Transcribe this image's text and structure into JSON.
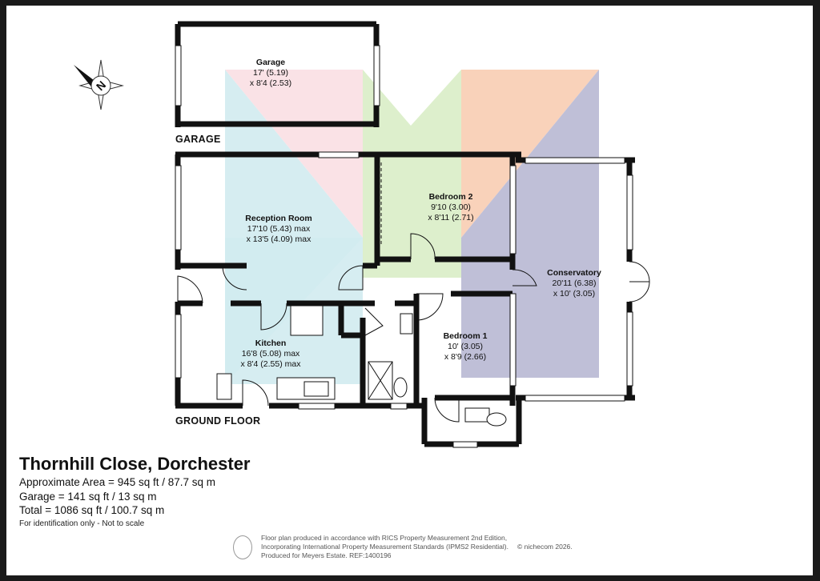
{
  "property": {
    "title": "Thornhill Close, Dorchester",
    "approx_area": "Approximate Area = 945 sq ft / 87.7 sq m",
    "garage_area": "Garage = 141 sq ft / 13 sq m",
    "total_area": "Total = 1086 sq ft / 100.7 sq m",
    "disclaimer": "For identification only - Not to scale"
  },
  "sections": {
    "garage": "GARAGE",
    "ground_floor": "GROUND FLOOR"
  },
  "rooms": [
    {
      "name": "Garage",
      "dim1": "17' (5.19)",
      "dim2": "x 8'4 (2.53)"
    },
    {
      "name": "Reception Room",
      "dim1": "17'10 (5.43) max",
      "dim2": "x 13'5 (4.09) max"
    },
    {
      "name": "Bedroom 2",
      "dim1": "9'10 (3.00)",
      "dim2": "x 8'11 (2.71)"
    },
    {
      "name": "Conservatory",
      "dim1": "20'11 (6.38)",
      "dim2": "x 10' (3.05)"
    },
    {
      "name": "Kitchen",
      "dim1": "16'8 (5.08) max",
      "dim2": "x 8'4 (2.55) max"
    },
    {
      "name": "Bedroom 1",
      "dim1": "10' (3.05)",
      "dim2": "x 8'9 (2.66)"
    }
  ],
  "compass": {
    "letter": "N"
  },
  "footer": {
    "line1": "Floor plan produced in accordance with RICS Property Measurement 2nd Edition,",
    "line2": "Incorporating International Property Measurement Standards (IPMS2 Residential).",
    "line3": "Produced for Meyers Estate.   REF:1400196",
    "copyright": "© nichecom 2026."
  },
  "colors": {
    "wall": "#111111",
    "pink": "#f9dfe3",
    "light_blue": "#d2ebf0",
    "light_green": "#d9edc6",
    "peach": "#f8cdb3",
    "lavender": "#b8b8d3"
  }
}
